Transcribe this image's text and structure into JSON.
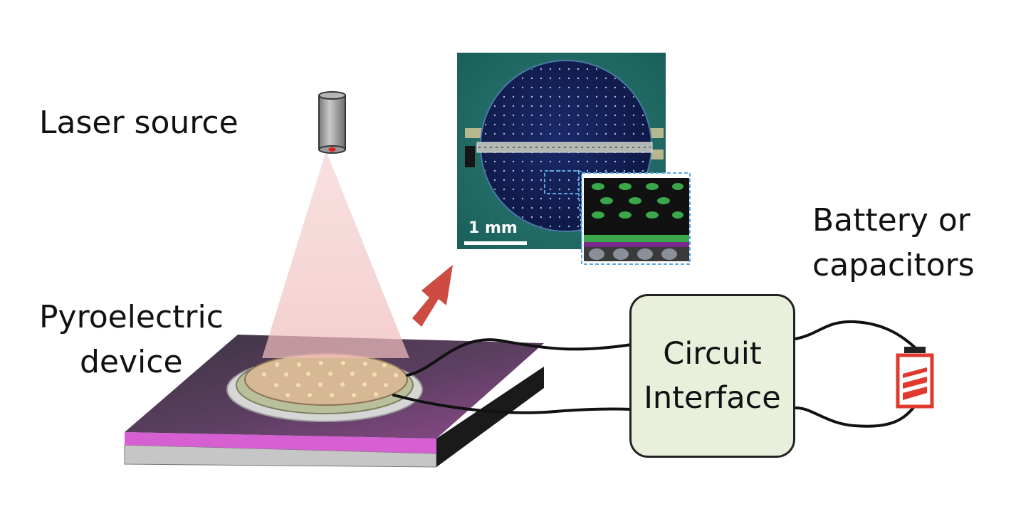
{
  "labels": {
    "laser_source": "Laser source",
    "pyro_line1": "Pyroelectric",
    "pyro_line2": "device",
    "battery_line1": "Battery or",
    "battery_line2": "capacitors",
    "circuit_line1": "Circuit",
    "circuit_line2": "Interface",
    "scale_bar": "1 mm"
  },
  "colors": {
    "laser_beam": "#f2c7c7",
    "laser_dot": "#e0201b",
    "device_top": "#5a3e5c",
    "magenta_layer": "#d25fd0",
    "gray_layer": "#c4c4c4",
    "disk_fill": "#e9c6a0",
    "arrow": "#cd4b40",
    "battery": "#e03a2e",
    "circuit_fill": "#e8f0dc",
    "micro_background": "#2d7f78",
    "micro_disk": "#14245a"
  },
  "icons": [
    "laser-cylinder-icon",
    "battery-icon",
    "arrow-up-right-icon"
  ]
}
